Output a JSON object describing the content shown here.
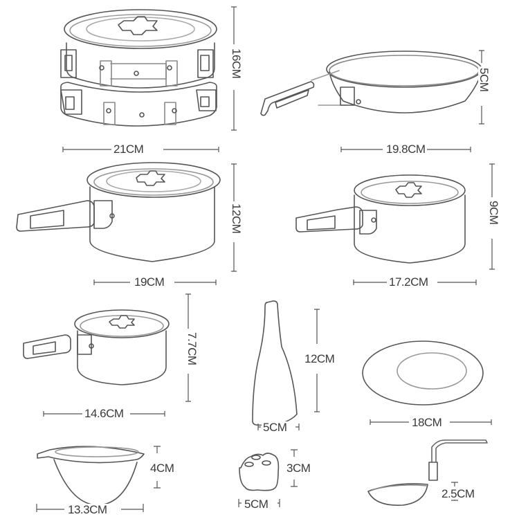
{
  "title": "Camping cookware set dimensions",
  "items": [
    {
      "id": "stacked-set",
      "name": "Nested cookware set",
      "width": "21CM",
      "height": "16CM"
    },
    {
      "id": "frying-pan",
      "name": "Frying pan",
      "width": "19.8CM",
      "height": "5CM"
    },
    {
      "id": "large-pot",
      "name": "Large pot with lid",
      "width": "19CM",
      "height": "12CM"
    },
    {
      "id": "medium-pot",
      "name": "Medium pot with lid",
      "width": "17.2CM",
      "height": "9CM"
    },
    {
      "id": "small-pot",
      "name": "Small pot with lid",
      "width": "14.6CM",
      "height": "7.7CM"
    },
    {
      "id": "rice-spatula",
      "name": "Rice spatula",
      "width": "5CM",
      "height": "12CM"
    },
    {
      "id": "plate",
      "name": "Plate",
      "width": "18CM"
    },
    {
      "id": "bowl",
      "name": "Bowl",
      "width": "13.3CM",
      "height": "4CM"
    },
    {
      "id": "sponge",
      "name": "Cleaning sponge",
      "width": "5CM",
      "height": "3CM"
    },
    {
      "id": "ladle",
      "name": "Folding ladle",
      "height": "2.5CM"
    }
  ],
  "colors": {
    "line": "#555555",
    "light_line": "#9a9a9a",
    "background": "#ffffff"
  }
}
